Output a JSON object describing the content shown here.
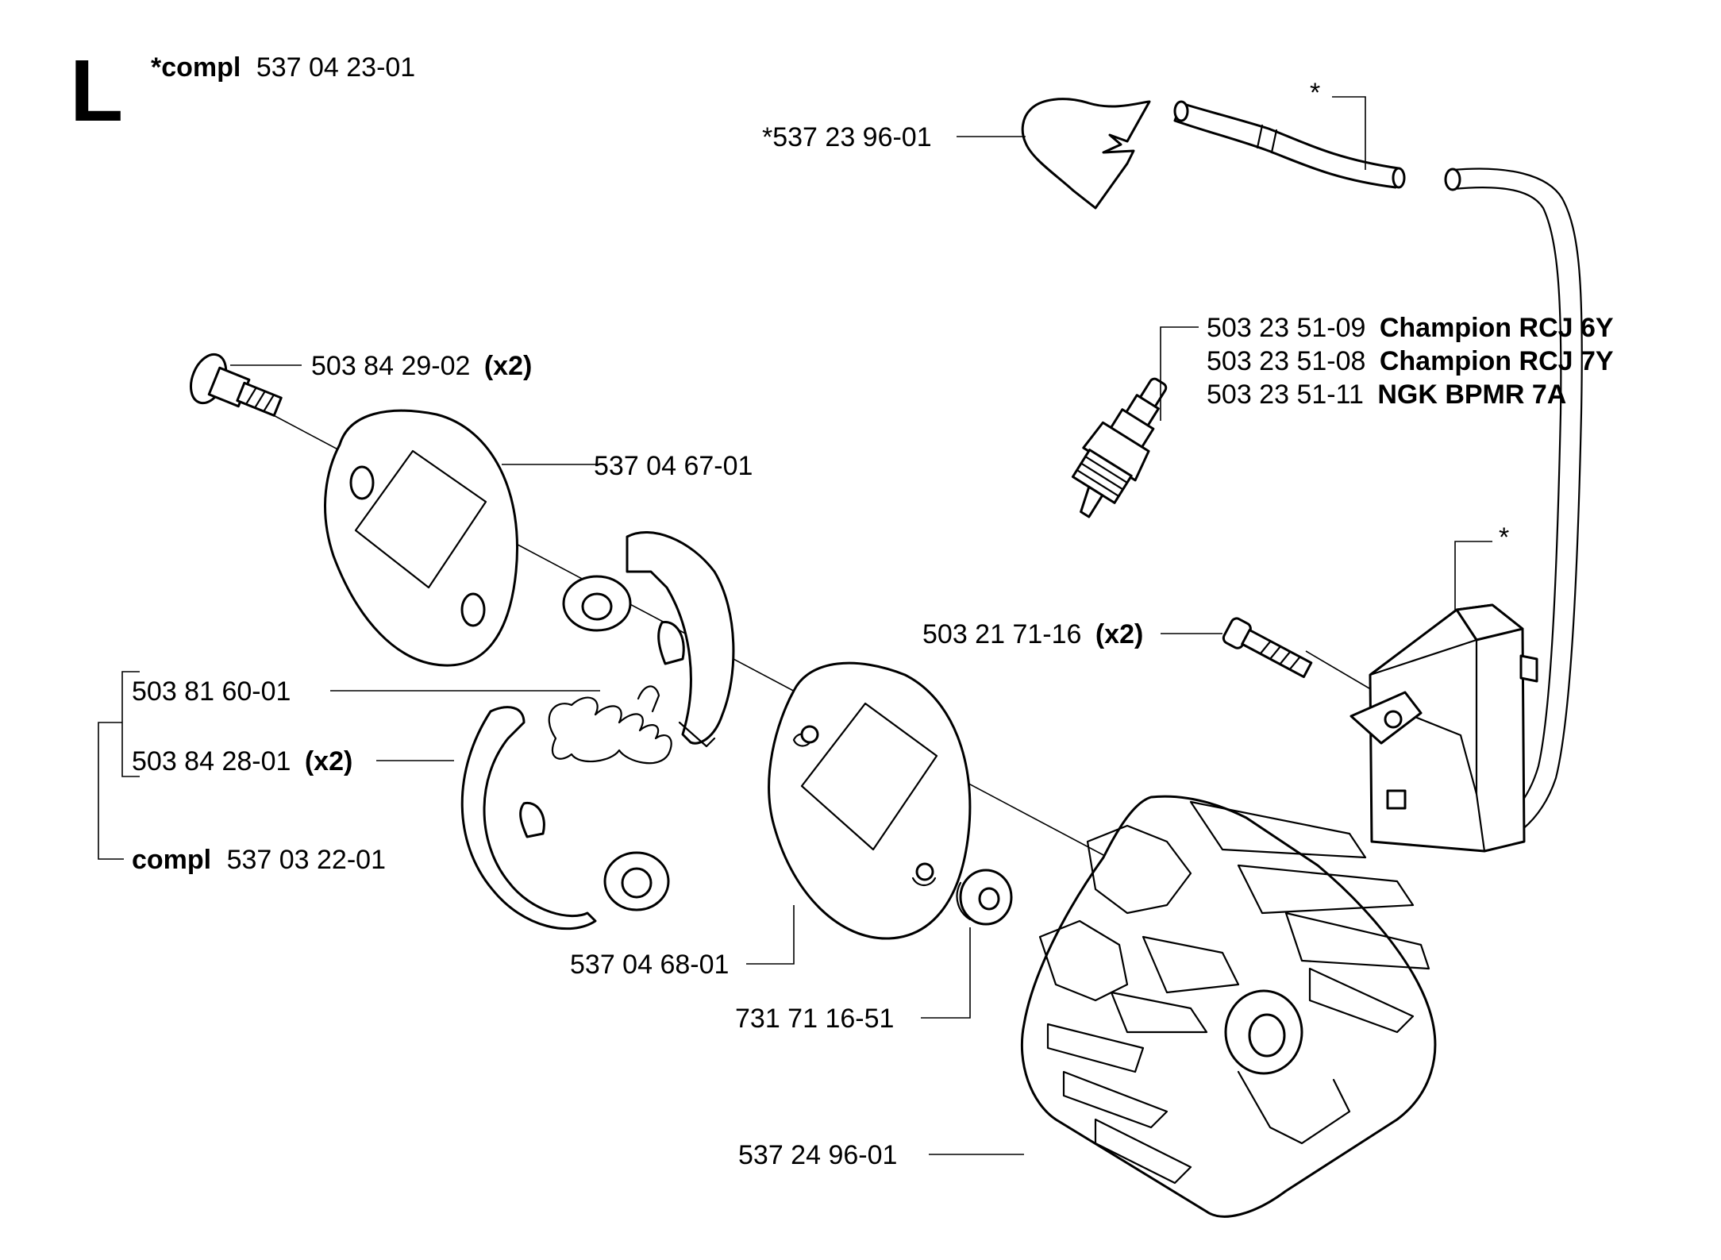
{
  "section": {
    "letter": "L"
  },
  "header": {
    "prefix": "*compl",
    "number": "537 04 23-01"
  },
  "labels": {
    "hose_cover": "*537 23 96-01",
    "fuel_hose_star": "*",
    "ignition_star": "*",
    "spark_plug_1_num": "503 23 51-09",
    "spark_plug_1_name": "Champion RCJ 6Y",
    "spark_plug_2_num": "503 23 51-08",
    "spark_plug_2_name": "Champion RCJ 7Y",
    "spark_plug_3_num": "503 23 51-11",
    "spark_plug_3_name": "NGK BPMR 7A",
    "screw_num": "503 84 29-02",
    "screw_qty": "(x2)",
    "plate_top": "537 04 67-01",
    "ign_screw_num": "503 21 71-16",
    "ign_screw_qty": "(x2)",
    "spring": "503 81 60-01",
    "shoe_num": "503 84 28-01",
    "shoe_qty": "(x2)",
    "clutch_compl_prefix": "compl",
    "clutch_compl_num": "537 03 22-01",
    "plate_bottom": "537 04 68-01",
    "washer": "731 71 16-51",
    "flywheel": "537 24 96-01"
  }
}
